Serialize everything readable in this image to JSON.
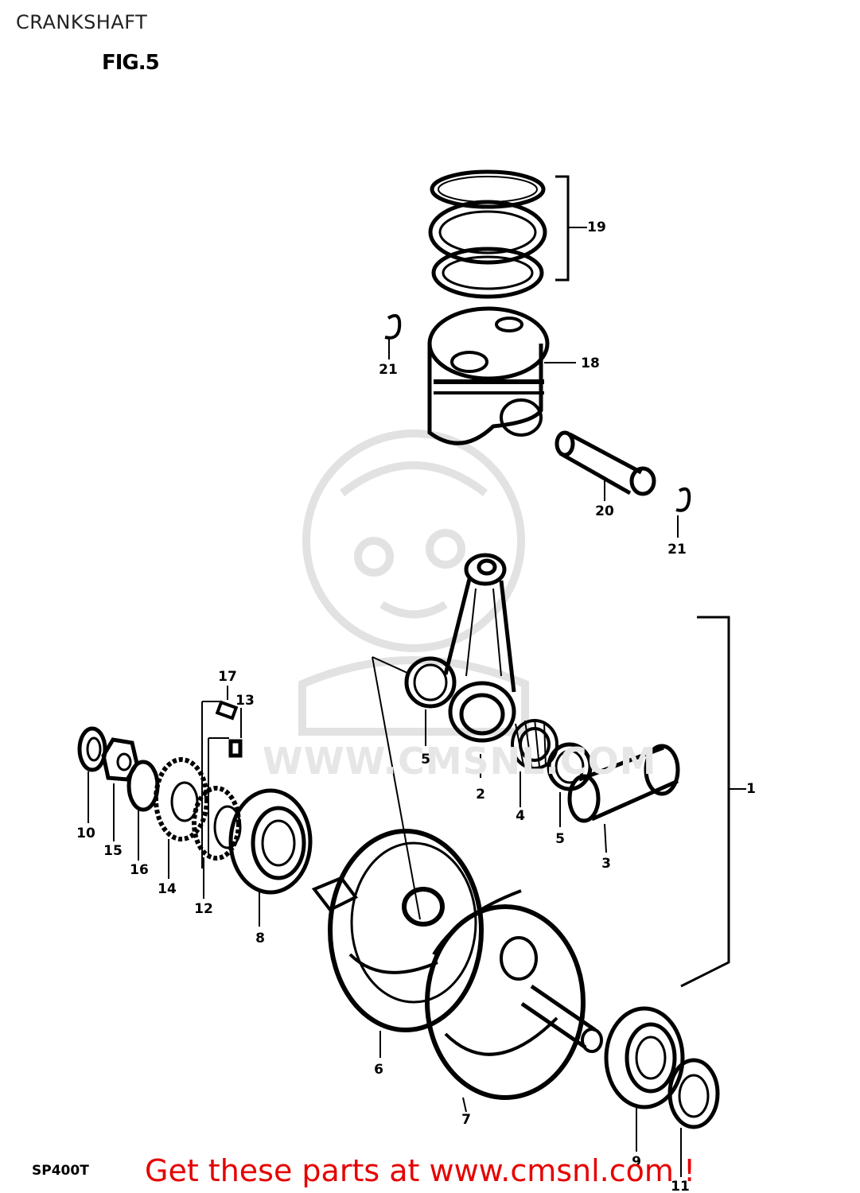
{
  "page": {
    "title": "CRANKSHAFT",
    "figure_label": "FIG.5",
    "model_code": "SP400T",
    "promo_link": "Get these parts at www.cmsnl.com !"
  },
  "watermark": {
    "text": "WWW.CMSNL.COM",
    "logo": "cms-mascot-logo"
  },
  "callouts": [
    {
      "id": "c19",
      "label": "19"
    },
    {
      "id": "c18",
      "label": "18"
    },
    {
      "id": "c21a",
      "label": "21"
    },
    {
      "id": "c20",
      "label": "20"
    },
    {
      "id": "c21b",
      "label": "21"
    },
    {
      "id": "c1",
      "label": "1"
    },
    {
      "id": "c17",
      "label": "17"
    },
    {
      "id": "c13",
      "label": "13"
    },
    {
      "id": "c5a",
      "label": "5"
    },
    {
      "id": "c2",
      "label": "2"
    },
    {
      "id": "c4",
      "label": "4"
    },
    {
      "id": "c5b",
      "label": "5"
    },
    {
      "id": "c3",
      "label": "3"
    },
    {
      "id": "c10",
      "label": "10"
    },
    {
      "id": "c15",
      "label": "15"
    },
    {
      "id": "c16",
      "label": "16"
    },
    {
      "id": "c14",
      "label": "14"
    },
    {
      "id": "c12",
      "label": "12"
    },
    {
      "id": "c8",
      "label": "8"
    },
    {
      "id": "c6",
      "label": "6"
    },
    {
      "id": "c7",
      "label": "7"
    },
    {
      "id": "c9",
      "label": "9"
    },
    {
      "id": "c11",
      "label": "11"
    }
  ]
}
